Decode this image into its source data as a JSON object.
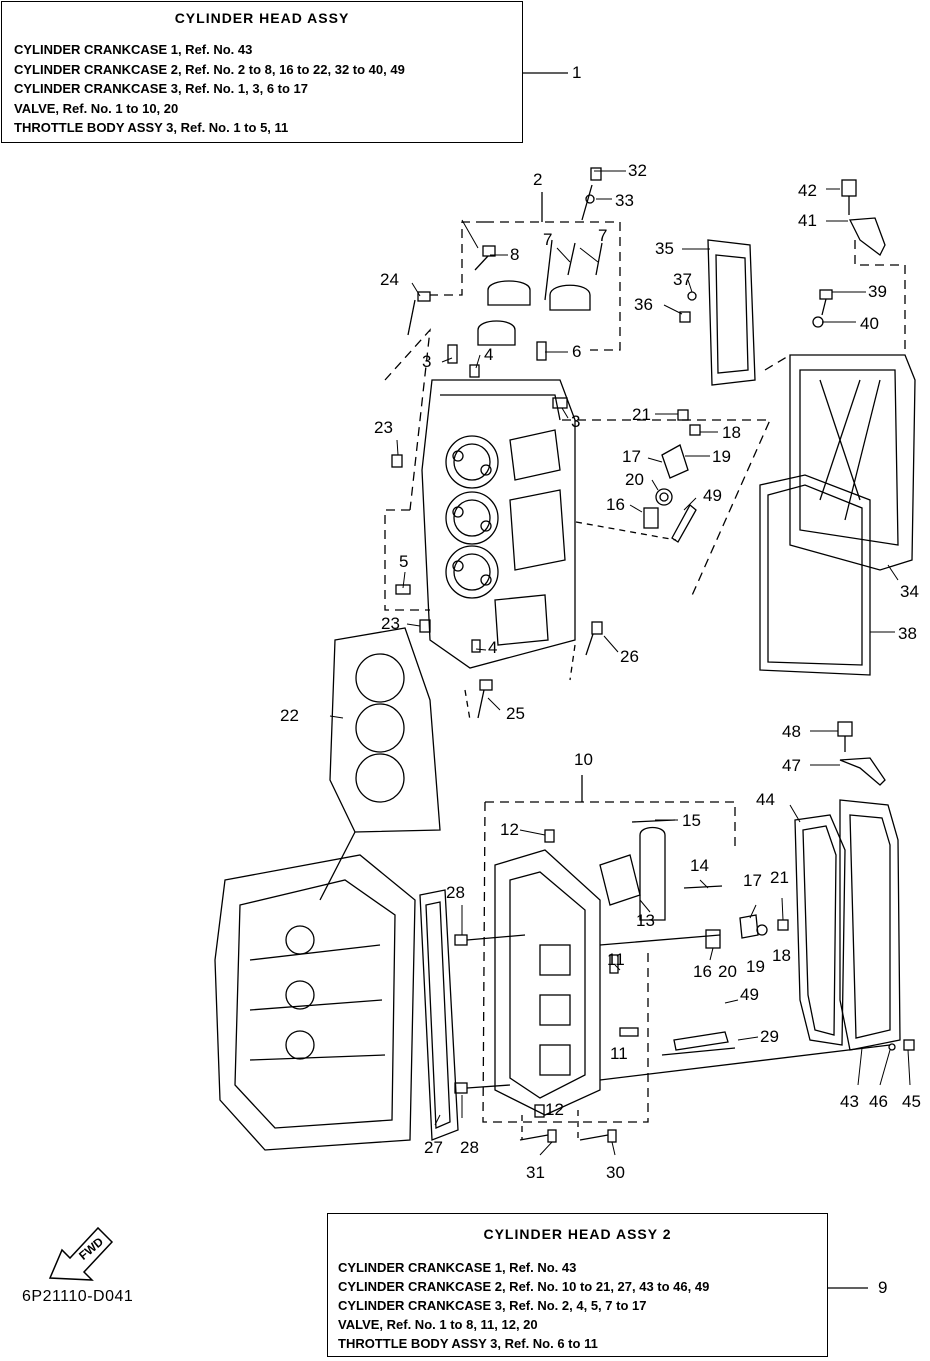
{
  "box1": {
    "title": "CYLINDER HEAD ASSY",
    "lines": [
      "CYLINDER CRANKCASE 1,  Ref. No. 43",
      "CYLINDER CRANKCASE 2,  Ref. No. 2 to 8, 16 to 22, 32 to 40, 49",
      "CYLINDER CRANKCASE 3,  Ref. No. 1, 3, 6 to 17",
      "VALVE, Ref. No. 1 to 10, 20",
      "THROTTLE BODY ASSY 3, Ref. No. 1 to 5, 11"
    ]
  },
  "box2": {
    "title": "CYLINDER  HEAD ASSY 2",
    "lines": [
      "CYLINDER CRANKCASE 1,  Ref. No. 43",
      "CYLINDER CRANKCASE 2,  Ref. No. 10 to 21, 27, 43 to 46, 49",
      "CYLINDER CRANKCASE 3,  Ref. No. 2, 4, 5, 7 to 17",
      "VALVE,  Ref. No. 1 to 8, 11, 12, 20",
      "THROTTLE BODY ASSY 3,   Ref. No. 6 to 11"
    ]
  },
  "fwd_label": "FWD",
  "diagram_code": "6P21110-D041",
  "callouts": [
    "1",
    "2",
    "3",
    "3",
    "4",
    "4",
    "5",
    "6",
    "7",
    "7",
    "8",
    "16",
    "17",
    "18",
    "19",
    "20",
    "21",
    "22",
    "23",
    "23",
    "24",
    "25",
    "26",
    "32",
    "33",
    "34",
    "35",
    "36",
    "37",
    "38",
    "39",
    "40",
    "41",
    "42",
    "49",
    "9",
    "10",
    "11",
    "11",
    "12",
    "12",
    "13",
    "14",
    "15",
    "16",
    "17",
    "19",
    "20",
    "21",
    "18",
    "27",
    "28",
    "28",
    "29",
    "30",
    "31",
    "43",
    "44",
    "45",
    "46",
    "47",
    "48",
    "49"
  ]
}
